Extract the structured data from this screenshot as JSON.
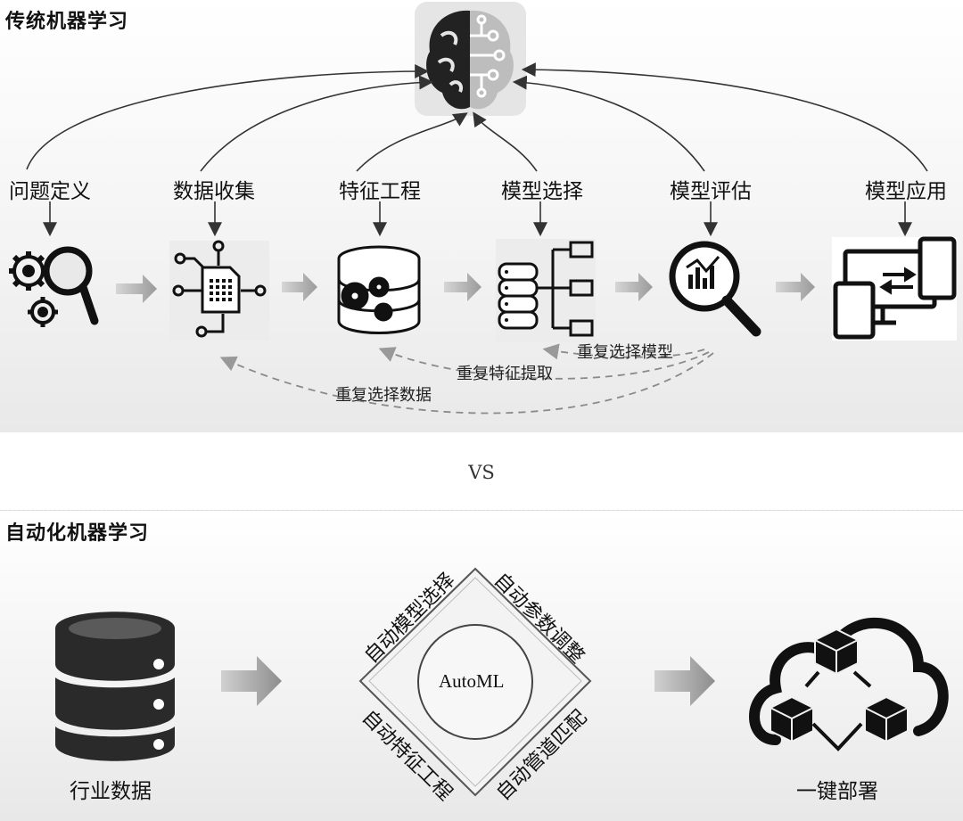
{
  "top_section": {
    "title": "传统机器学习",
    "steps": [
      "问题定义",
      "数据收集",
      "特征工程",
      "模型选择",
      "模型评估",
      "模型应用"
    ],
    "loops": [
      "重复选择模型",
      "重复特征提取",
      "重复选择数据"
    ]
  },
  "vs_label": "VS",
  "bottom_section": {
    "title": "自动化机器学习",
    "input_label": "行业数据",
    "center_label": "AutoML",
    "diamond_labels": [
      "自动模型选择",
      "自动参数调整",
      "自动特征工程",
      "自动管道匹配"
    ],
    "output_label": "一键部署"
  }
}
